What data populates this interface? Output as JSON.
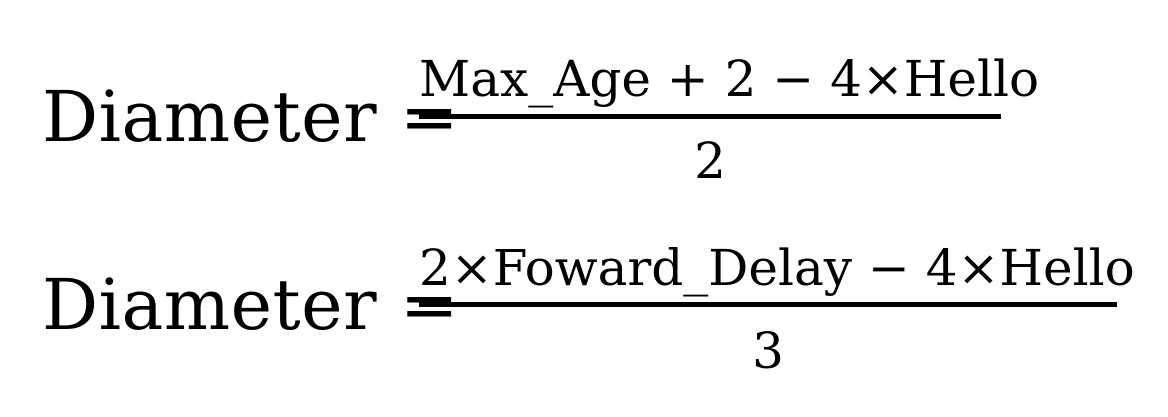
{
  "equations": [
    {
      "lhs": "Diameter =",
      "numerator": "Max_Age + 2 − 4×Hello",
      "denominator": "2"
    },
    {
      "lhs": "Diameter =",
      "numerator": "2×Foward_Delay − 4×Hello",
      "denominator": "3"
    }
  ]
}
